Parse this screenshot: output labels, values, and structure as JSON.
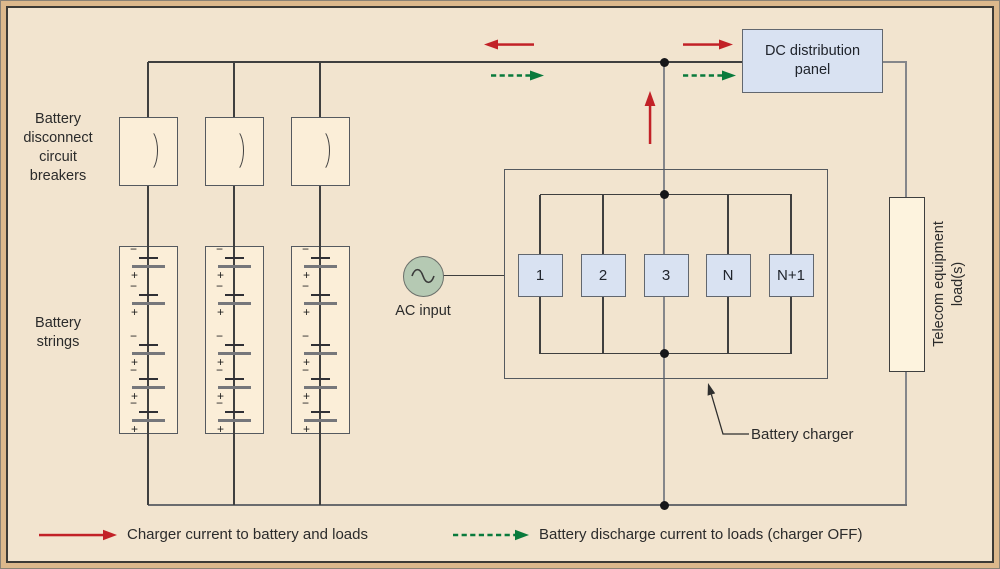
{
  "colors": {
    "background": "#f2e4cf",
    "frame_band": "#dcb88c",
    "frame_line": "#3c3a36",
    "bus_wire": "#85868a",
    "component_wire": "#3f3f3f",
    "charger_current_red": "#c22127",
    "discharge_current_green": "#097a3c",
    "module_box_fill": "#d9e2f2",
    "component_box_fill": "#fbeed8",
    "load_box_fill": "#fdf3de",
    "ac_source_fill": "#b5c9b3"
  },
  "labels": {
    "battery_disconnect": [
      "Battery",
      "disconnect",
      "circuit",
      "breakers"
    ],
    "battery_strings": [
      "Battery",
      "strings"
    ],
    "ac_input": "AC input",
    "dc_panel": [
      "DC distribution",
      "panel"
    ],
    "telecom_load": [
      "Telecom equipment",
      "load(s)"
    ],
    "battery_charger": "Battery charger"
  },
  "charger": {
    "modules": [
      "1",
      "2",
      "3",
      "N",
      "N+1"
    ]
  },
  "battery": {
    "strings_count": 3,
    "cells_per_string": 5,
    "minus": "−",
    "plus": "+"
  },
  "legend": {
    "items": [
      {
        "icon": "solid-red-arrow",
        "text": "Charger current to battery and loads"
      },
      {
        "icon": "dashed-green-arrow",
        "text": "Battery discharge current to loads (charger OFF)"
      }
    ]
  }
}
